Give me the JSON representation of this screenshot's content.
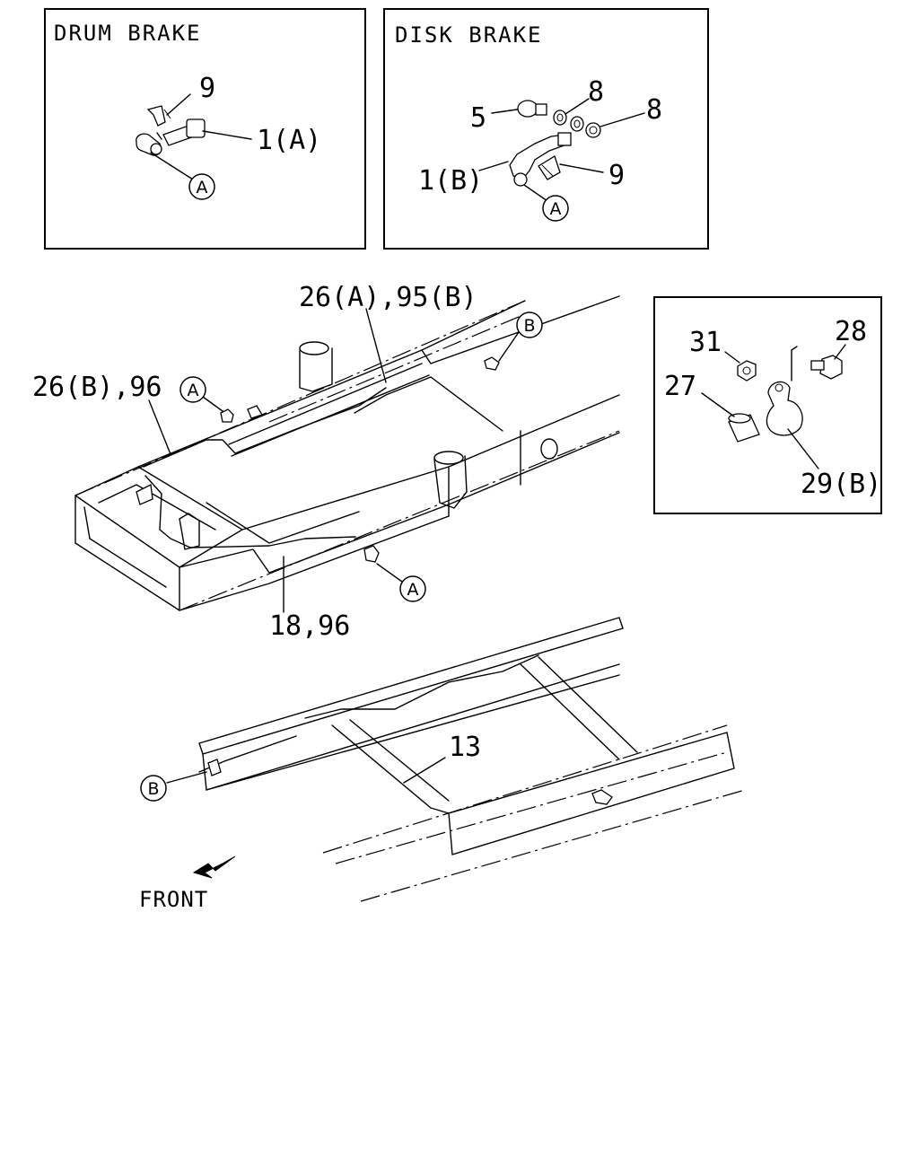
{
  "panels": {
    "drum": {
      "title": "DRUM BRAKE",
      "part_1": "1(A)",
      "part_9": "9",
      "ref": "A"
    },
    "disk": {
      "title": "DISK BRAKE",
      "part_5": "5",
      "part_8a": "8",
      "part_8b": "8",
      "part_1": "1(B)",
      "part_9": "9",
      "ref": "A"
    },
    "clip": {
      "part_31": "31",
      "part_28": "28",
      "part_27": "27",
      "part_29": "29(B)"
    }
  },
  "main": {
    "label_26a_95b": "26(A),95(B)",
    "label_26b_96": "26(B),96",
    "label_18_96": "18,96",
    "label_13": "13",
    "ref_a1": "A",
    "ref_a2": "A",
    "ref_b1": "B",
    "ref_b2": "B",
    "front": "FRONT"
  }
}
